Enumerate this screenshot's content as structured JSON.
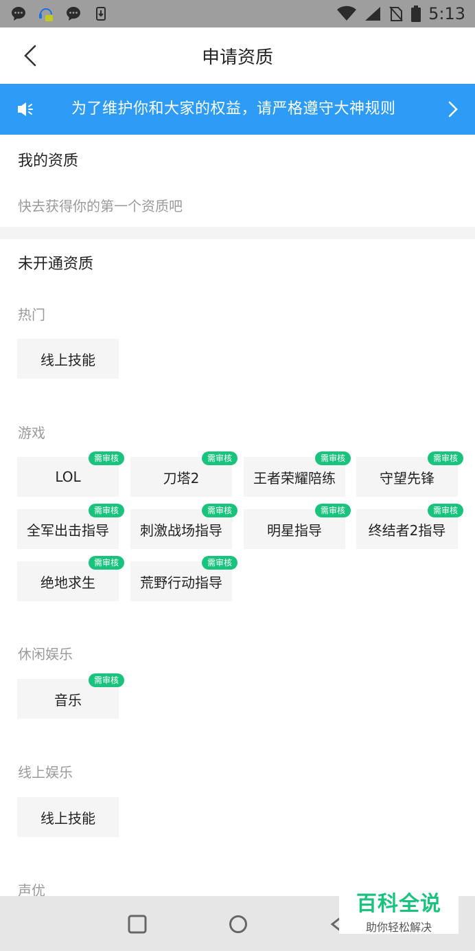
{
  "status_bar": {
    "time": "5:13",
    "icons": [
      "message-icon",
      "assistant-icon",
      "message-icon",
      "download-icon",
      "wifi-icon",
      "signal-icon",
      "no-sim-icon",
      "battery-icon"
    ]
  },
  "header": {
    "back_icon": "chevron-left-icon",
    "title": "申请资质"
  },
  "notice": {
    "icon": "speaker-icon",
    "text": "为了维护你和大家的权益，请严格遵守大神规则",
    "arrow_icon": "chevron-right-icon",
    "background": "#2e9cf6"
  },
  "my_qualifications": {
    "title": "我的资质",
    "empty_hint": "快去获得你的第一个资质吧"
  },
  "unopened": {
    "title": "未开通资质",
    "review_badge": "需审核",
    "badge_color": "#19c37d",
    "categories": [
      {
        "label": "热门",
        "items": [
          {
            "name": "线上技能",
            "needs_review": false
          }
        ]
      },
      {
        "label": "游戏",
        "items": [
          {
            "name": "LOL",
            "needs_review": true
          },
          {
            "name": "刀塔2",
            "needs_review": true
          },
          {
            "name": "王者荣耀陪练",
            "needs_review": true
          },
          {
            "name": "守望先锋",
            "needs_review": true
          },
          {
            "name": "全军出击指导",
            "needs_review": true
          },
          {
            "name": "刺激战场指导",
            "needs_review": true
          },
          {
            "name": "明星指导",
            "needs_review": true
          },
          {
            "name": "终结者2指导",
            "needs_review": true
          },
          {
            "name": "绝地求生",
            "needs_review": true
          },
          {
            "name": "荒野行动指导",
            "needs_review": true
          }
        ]
      },
      {
        "label": "休闲娱乐",
        "items": [
          {
            "name": "音乐",
            "needs_review": true
          }
        ]
      },
      {
        "label": "线上娱乐",
        "items": [
          {
            "name": "线上技能",
            "needs_review": false
          }
        ]
      },
      {
        "label": "声优",
        "items": []
      }
    ]
  },
  "nav_bar": {
    "buttons": [
      "recent-apps-icon",
      "home-icon",
      "back-icon"
    ]
  },
  "watermark": {
    "title": "百科全说",
    "subtitle": "助你轻松解决"
  }
}
